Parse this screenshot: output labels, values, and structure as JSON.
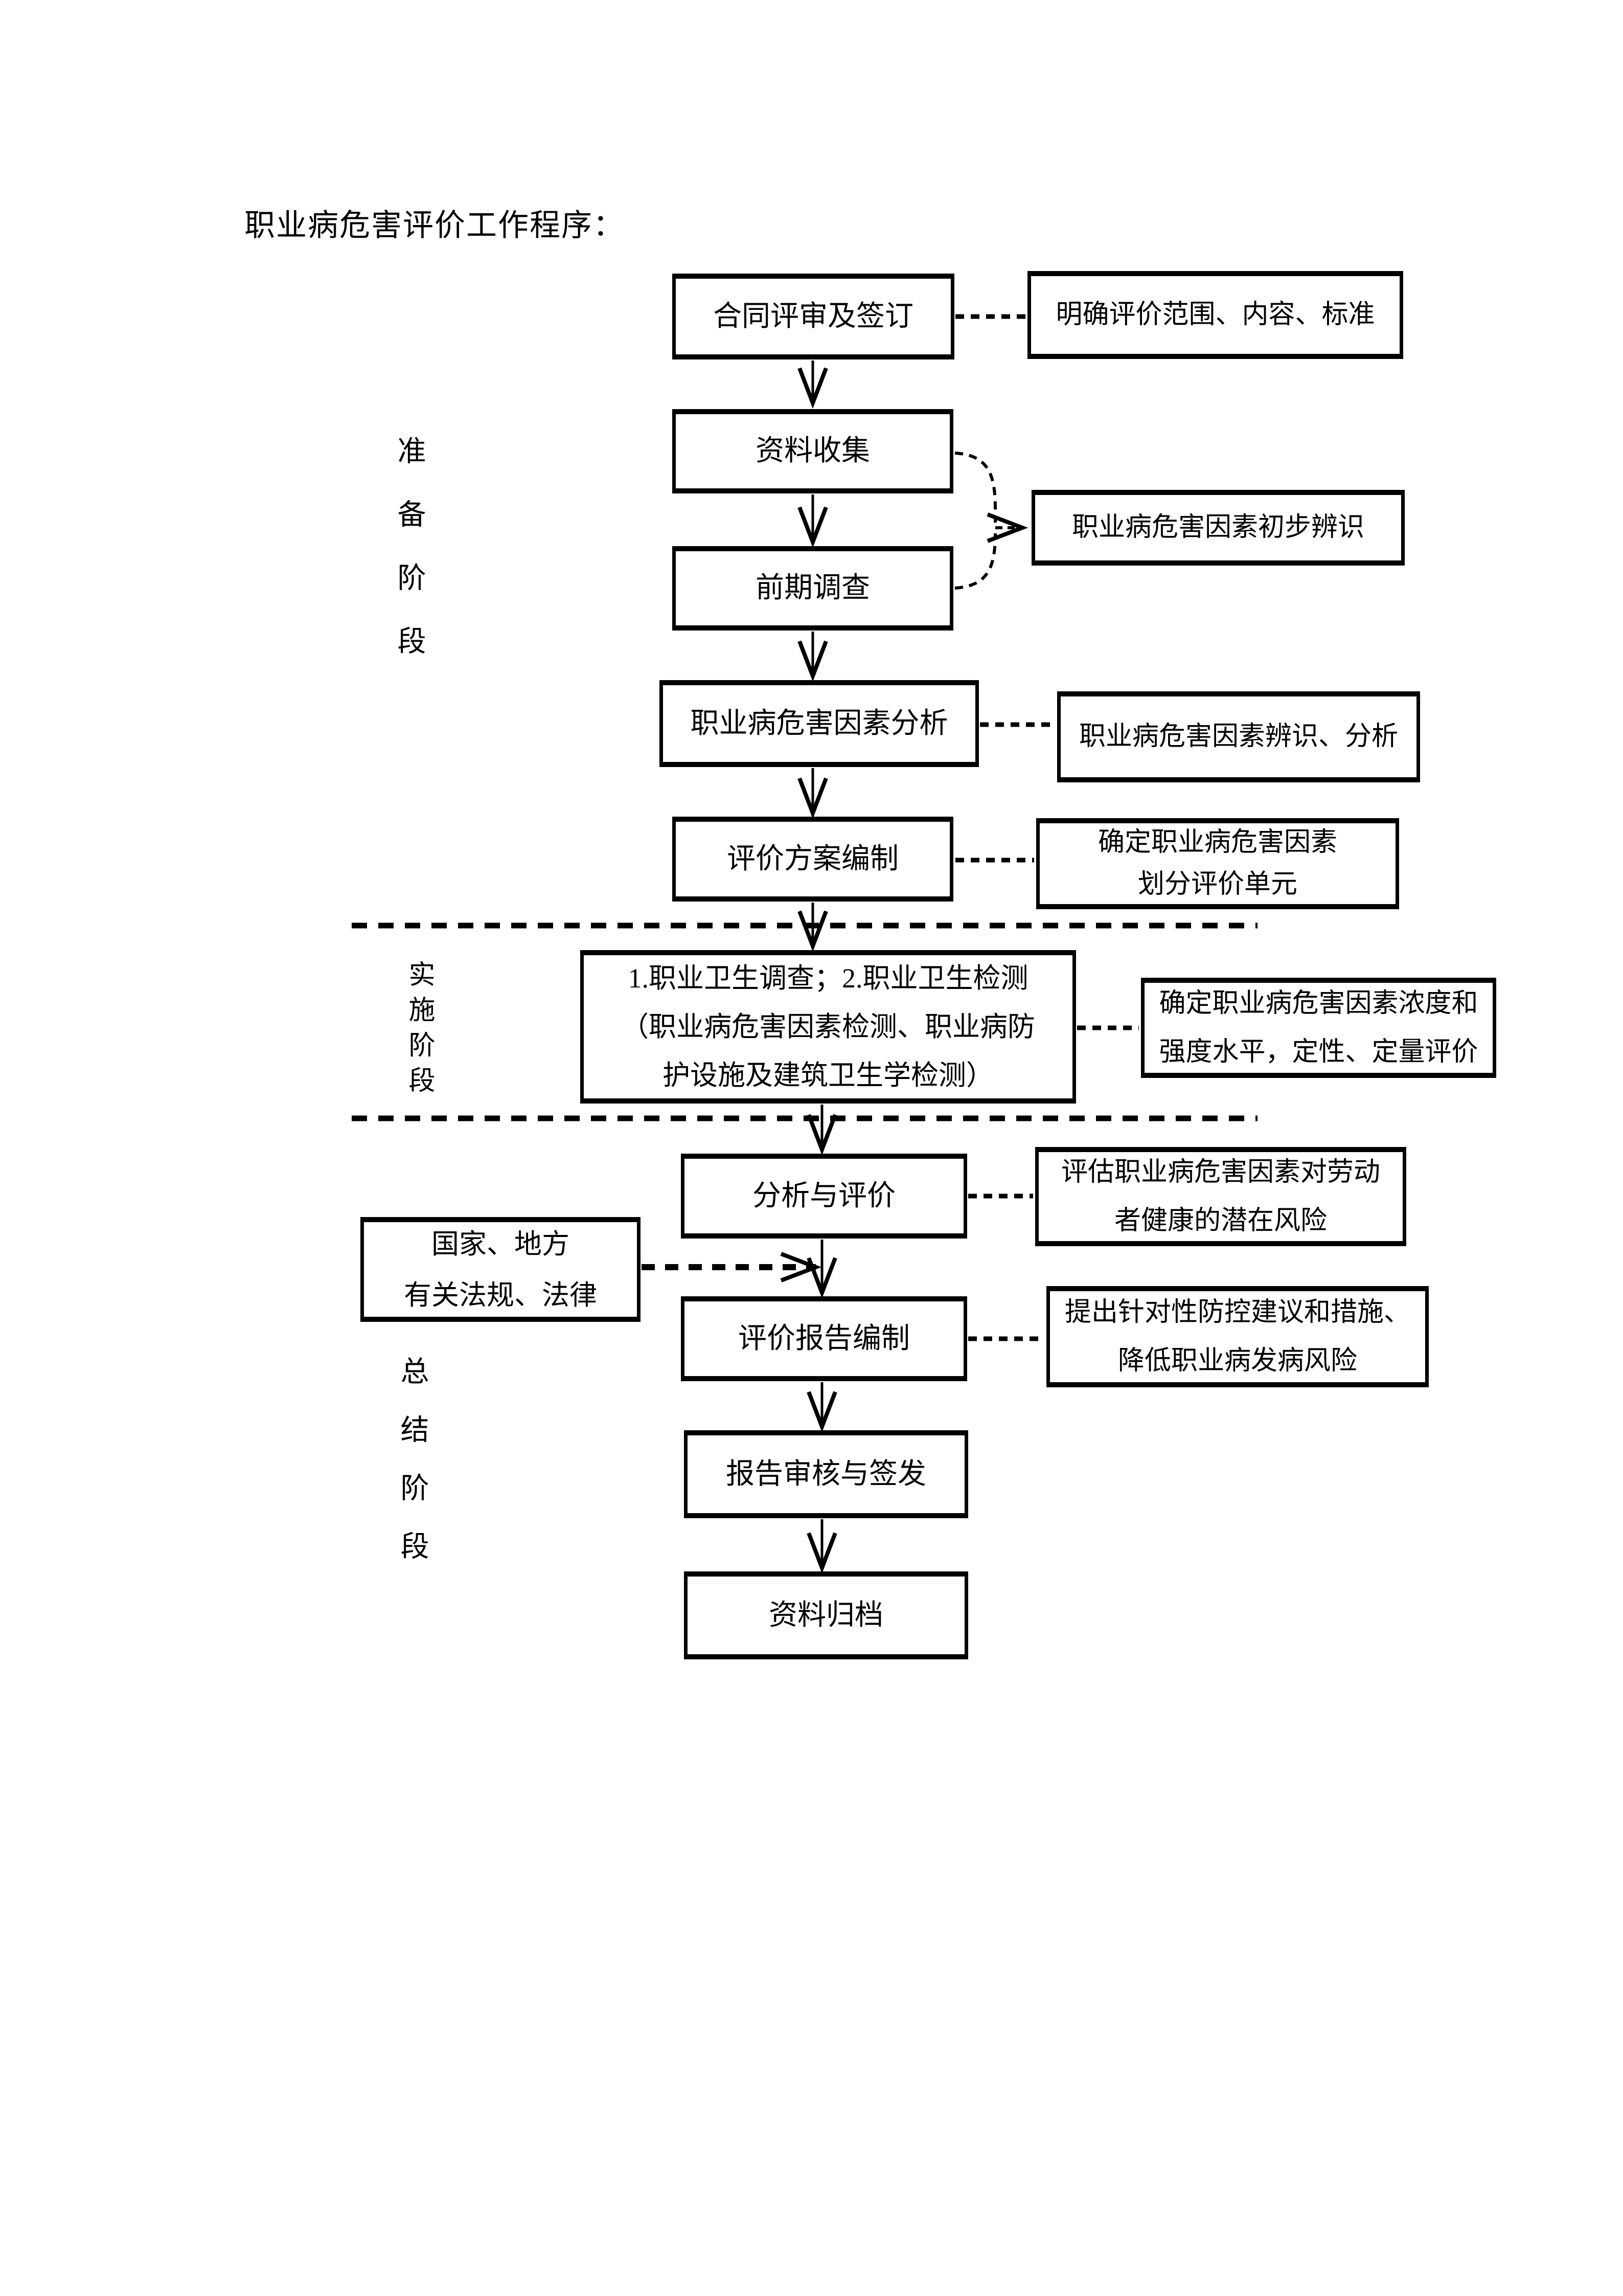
{
  "page": {
    "title": "职业病危害评价工作程序："
  },
  "stages": {
    "prep": "准备阶段",
    "impl": "实施阶段",
    "summary": "总结阶段"
  },
  "flow": {
    "contract": "合同评审及签订",
    "data_collection": "资料收集",
    "preliminary_survey": "前期调查",
    "hazard_factor_analysis": "职业病危害因素分析",
    "plan_preparation": "评价方案编制",
    "implementation_l1": "1.职业卫生调查；2.职业卫生检测",
    "implementation_l2": "（职业病危害因素检测、职业病防",
    "implementation_l3": "护设施及建筑卫生学检测）",
    "analysis_evaluation": "分析与评价",
    "report_preparation": "评价报告编制",
    "report_review": "报告审核与签发",
    "archiving": "资料归档"
  },
  "side_input": {
    "laws_l1": "国家、地方",
    "laws_l2": "有关法规、法律"
  },
  "annotations": {
    "scope": "明确评价范围、内容、标准",
    "initial_identification": "职业病危害因素初步辨识",
    "identification_analysis": "职业病危害因素辨识、分析",
    "determine_l1": "确定职业病危害因素",
    "determine_l2": "划分评价单元",
    "concentration_l1": "确定职业病危害因素浓度和",
    "concentration_l2": "强度水平，定性、定量评价",
    "risk_l1": "评估职业病危害因素对劳动",
    "risk_l2": "者健康的潜在风险",
    "measures_l1": "提出针对性防控建议和措施、",
    "measures_l2": "降低职业病发病风险"
  },
  "colors": {
    "line": "#000000",
    "background": "#ffffff",
    "text": "#000000"
  }
}
